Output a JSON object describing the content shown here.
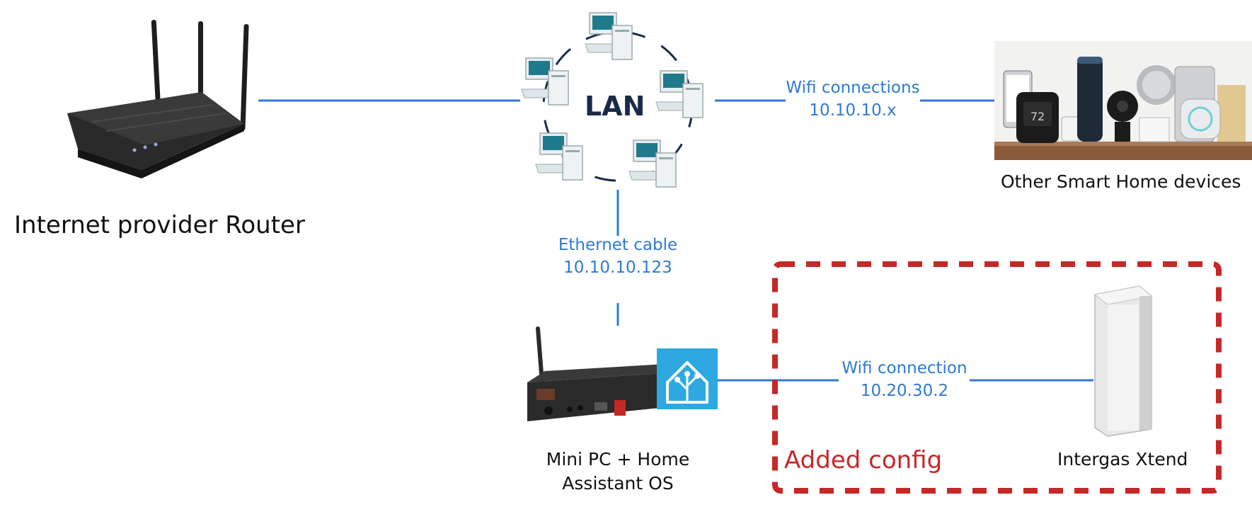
{
  "labels": {
    "router": "Internet provider Router",
    "lan": "LAN",
    "smart_home": "Other Smart Home devices",
    "wifi_connections_title": "Wifi connections",
    "wifi_connections_ip": "10.10.10.x",
    "ethernet_title": "Ethernet cable",
    "ethernet_ip": "10.10.10.123",
    "minipc_line1": "Mini PC + Home",
    "minipc_line2": "Assistant OS",
    "wifi_connection_title": "Wifi connection",
    "wifi_connection_ip": "10.20.30.2",
    "added_config": "Added config",
    "intergas": "Intergas Xtend",
    "thermostat_reading": "72"
  },
  "colors": {
    "link_blue": "#2e7ad1",
    "added_config_red": "#c62828",
    "caption_text": "#111111"
  },
  "icons": {
    "router": "wifi-router-icon",
    "lan": "lan-network-icon",
    "smart_home": "smart-devices-photo",
    "mini_pc": "mini-pc-icon",
    "home_assistant": "home-assistant-logo",
    "intergas": "intergas-xtend-device"
  }
}
